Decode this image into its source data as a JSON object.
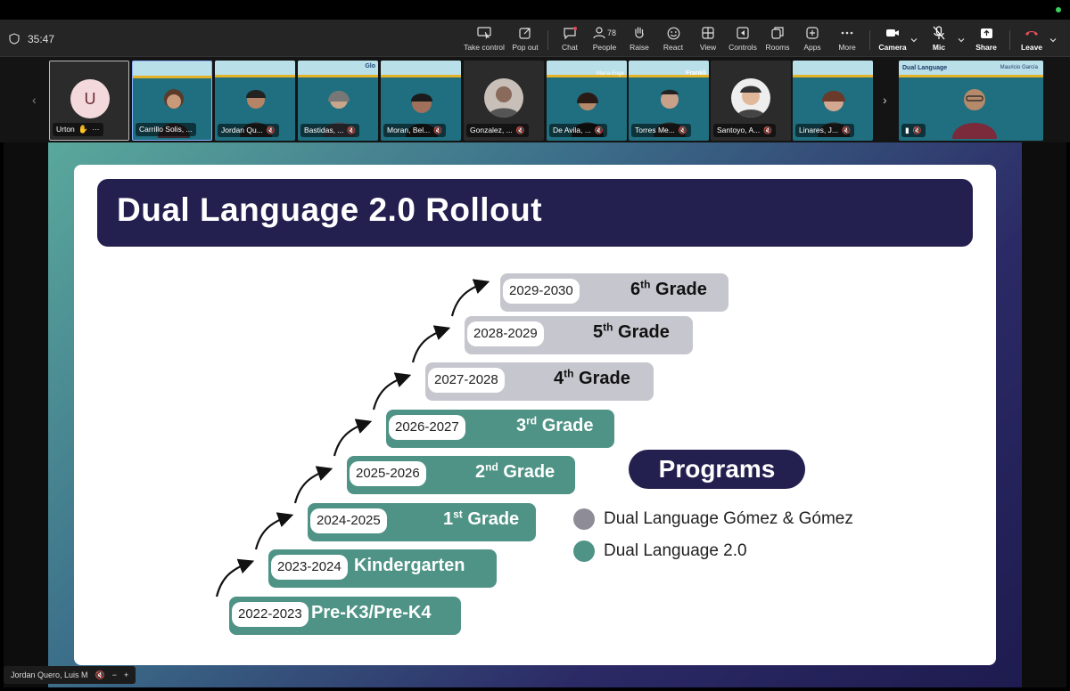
{
  "meeting": {
    "timer": "35:47"
  },
  "toolbar": {
    "take_control": "Take control",
    "pop_out": "Pop out",
    "chat": "Chat",
    "people": "People",
    "people_count": "78",
    "raise": "Raise",
    "react": "React",
    "view": "View",
    "controls": "Controls",
    "rooms": "Rooms",
    "apps": "Apps",
    "more": "More",
    "camera": "Camera",
    "mic": "Mic",
    "share": "Share",
    "leave": "Leave"
  },
  "participants": [
    {
      "name": "Urton",
      "initial": "U"
    },
    {
      "name": "Carrillo Solis, ..."
    },
    {
      "name": "Jordan Qu..."
    },
    {
      "name": "Bastidas, ..."
    },
    {
      "name": "Moran, Bel..."
    },
    {
      "name": "Gonzalez, ..."
    },
    {
      "name": "De Avila, ..."
    },
    {
      "name": "Torres Me..."
    },
    {
      "name": "Santoyo, A..."
    },
    {
      "name": "Linares, J..."
    },
    {
      "name": "",
      "banner": "Dual Language",
      "presenter": "Mauricio García"
    }
  ],
  "tile_labels": {
    "franklin": "Frankli",
    "glo": "Glo",
    "maria": "María Euge"
  },
  "slide": {
    "title": "Dual Language 2.0 Rollout",
    "steps": [
      {
        "year": "2022-2023",
        "grade": "Pre-K3/Pre-K4",
        "sup": "",
        "program": "teal"
      },
      {
        "year": "2023-2024",
        "grade": "Kindergarten",
        "sup": "",
        "program": "teal"
      },
      {
        "year": "2024-2025",
        "grade_num": "1",
        "sup": "st",
        "grade_word": "Grade",
        "program": "teal"
      },
      {
        "year": "2025-2026",
        "grade_num": "2",
        "sup": "nd",
        "grade_word": "Grade",
        "program": "teal"
      },
      {
        "year": "2026-2027",
        "grade_num": "3",
        "sup": "rd",
        "grade_word": "Grade",
        "program": "teal"
      },
      {
        "year": "2027-2028",
        "grade_num": "4",
        "sup": "th",
        "grade_word": "Grade",
        "program": "gray"
      },
      {
        "year": "2028-2029",
        "grade_num": "5",
        "sup": "th",
        "grade_word": "Grade",
        "program": "gray"
      },
      {
        "year": "2029-2030",
        "grade_num": "6",
        "sup": "th",
        "grade_word": "Grade",
        "program": "gray"
      }
    ],
    "programs_title": "Programs",
    "legend": [
      {
        "label": "Dual Language Gómez & Gómez",
        "color": "#8e8c96"
      },
      {
        "label": "Dual Language 2.0",
        "color": "#4e9385"
      }
    ]
  },
  "bottom_label": "Jordan Quero, Luis M",
  "colors": {
    "teal": "#4e9385",
    "gray": "#c6c6ce",
    "navy": "#231f4f"
  }
}
